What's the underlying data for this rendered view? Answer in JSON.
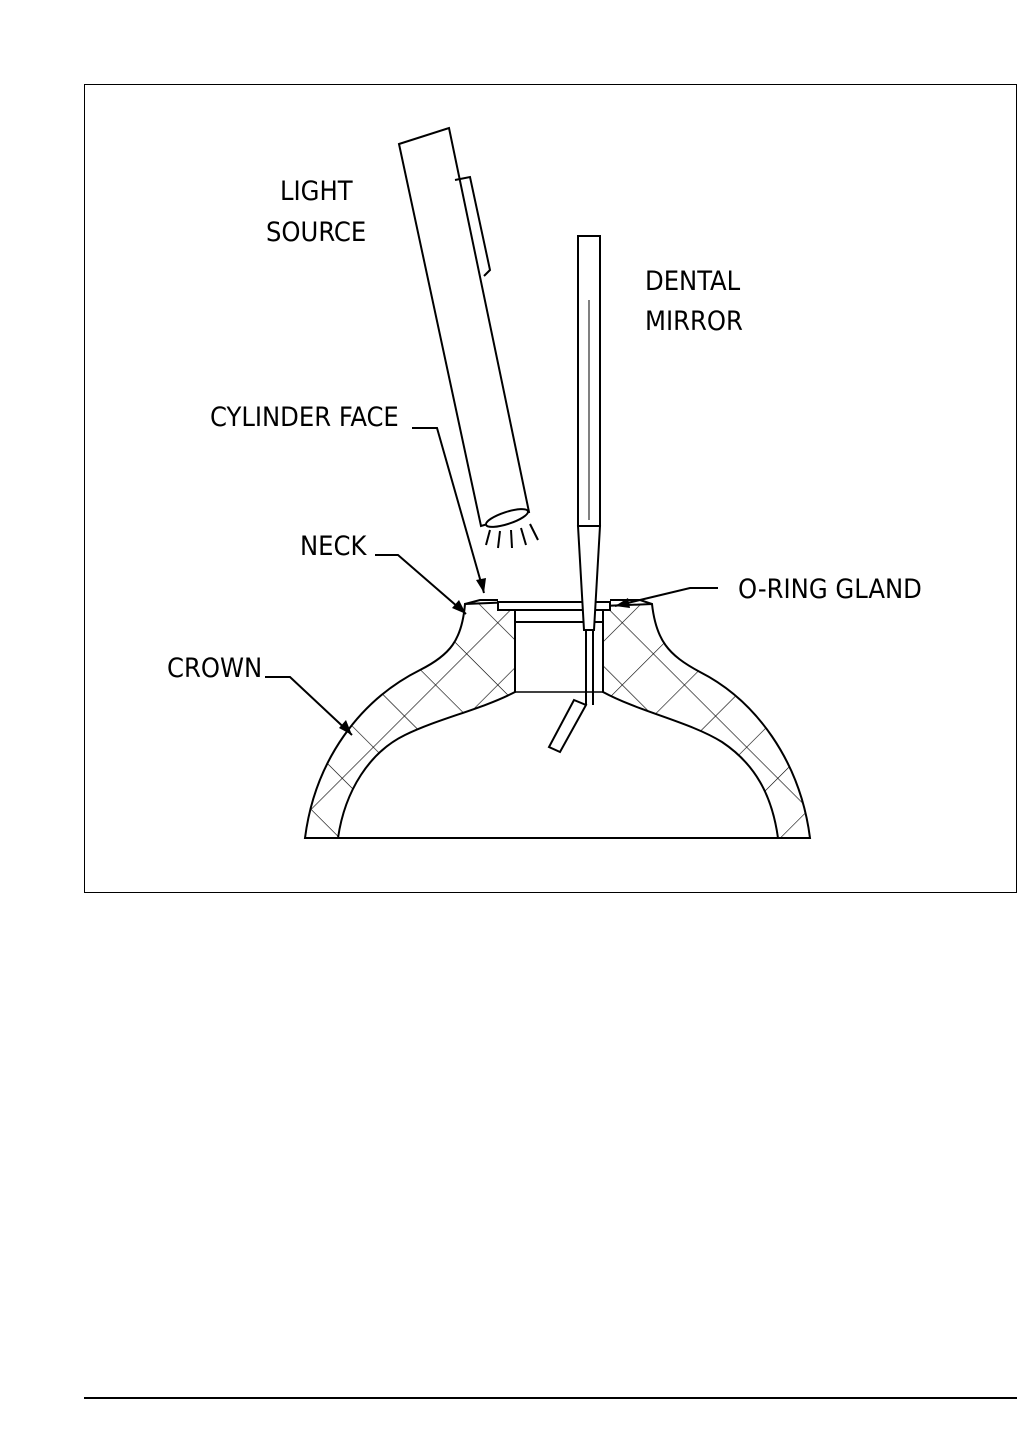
{
  "labels": {
    "light_source_line1": "LIGHT",
    "light_source_line2": "SOURCE",
    "dental_mirror_line1": "DENTAL",
    "dental_mirror_line2": "MIRROR",
    "cylinder_face": "CYLINDER FACE",
    "neck": "NECK",
    "o_ring_gland": "O-RING GLAND",
    "crown": "CROWN"
  },
  "colors": {
    "ink": "#000000",
    "paper": "#ffffff"
  }
}
